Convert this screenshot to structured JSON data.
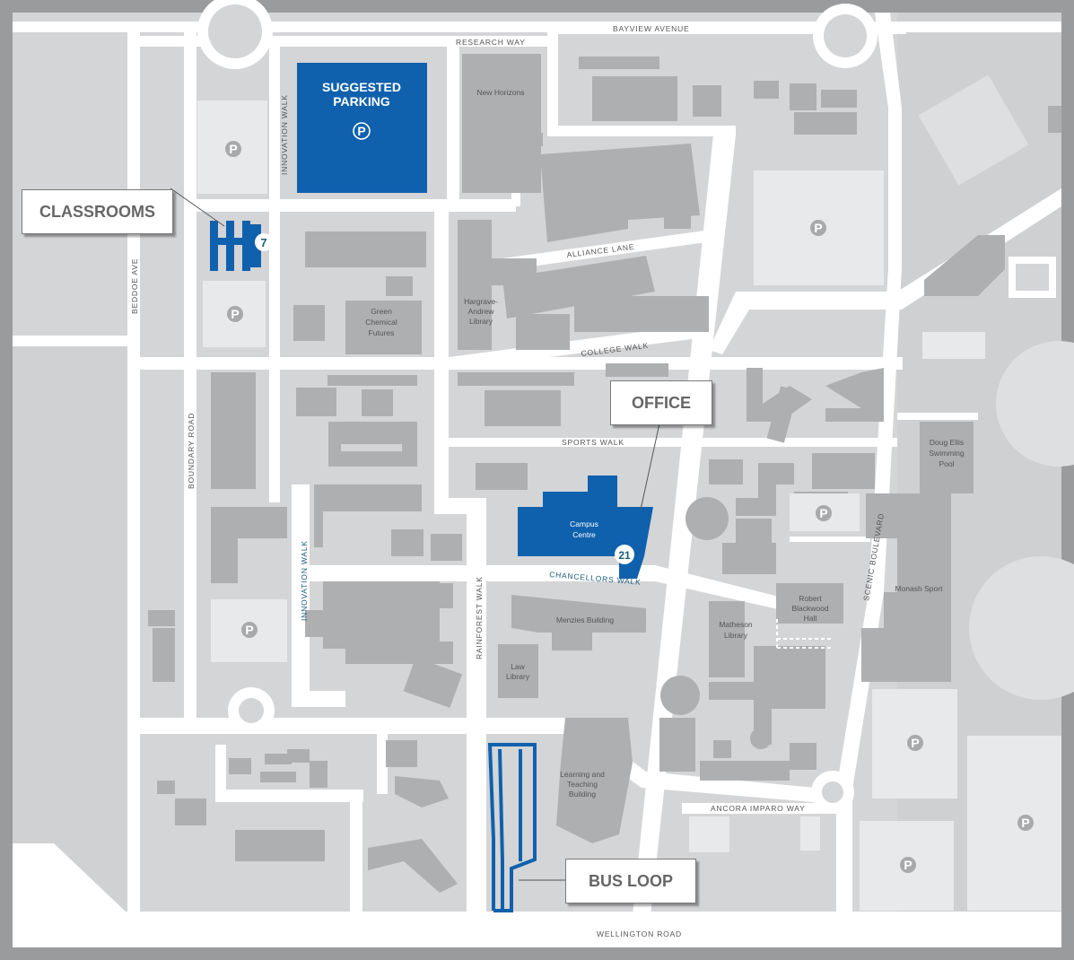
{
  "callouts": {
    "classrooms": "CLASSROOMS",
    "office": "OFFICE",
    "bus_loop": "BUS LOOP"
  },
  "parking": {
    "suggested_line1": "SUGGESTED",
    "suggested_line2": "PARKING",
    "symbol": "P"
  },
  "streets": {
    "research_way": "RESEARCH WAY",
    "bayview_avenue": "BAYVIEW AVENUE",
    "innovation_walk": "INNOVATION WALK",
    "alliance_lane": "ALLIANCE LANE",
    "college_walk": "COLLEGE WALK",
    "sports_walk": "SPORTS WALK",
    "chancellors_walk": "CHANCELLORS WALK",
    "rainforest_walk": "RAINFOREST WALK",
    "beddoe_ave": "BEDDOE AVE",
    "boundary_road": "BOUNDARY ROAD",
    "scenic_boulevard": "SCENIC BOULEVARD",
    "ancora_imparo_way": "ANCORA IMPARO WAY",
    "wellington_road": "WELLINGTON ROAD"
  },
  "buildings": {
    "new_horizons": "New Horizons",
    "green_chemical_1": "Green",
    "green_chemical_2": "Chemical",
    "green_chemical_3": "Futures",
    "hargrave_1": "Hargrave-",
    "hargrave_2": "Andrew",
    "hargrave_3": "Library",
    "campus_centre_1": "Campus",
    "campus_centre_2": "Centre",
    "campus_centre_number": "21",
    "classrooms_number": "7",
    "menzies": "Menzies Building",
    "law_library_1": "Law",
    "law_library_2": "Library",
    "matheson_1": "Matheson",
    "matheson_2": "Library",
    "robert_blackwood_1": "Robert",
    "robert_blackwood_2": "Blackwood",
    "robert_blackwood_3": "Hall",
    "doug_ellis_1": "Doug Ellis",
    "doug_ellis_2": "Swimming",
    "doug_ellis_3": "Pool",
    "monash_sport": "Monash Sport",
    "learning_teaching_1": "Learning and",
    "learning_teaching_2": "Teaching",
    "learning_teaching_3": "Building"
  },
  "colors": {
    "highlight_blue": "#0f61ad",
    "label_teal": "#1a5e7a",
    "building_grey": "#aeafb1",
    "ground_grey": "#d4d5d7",
    "road_white": "#ffffff",
    "frame_grey": "#9a9b9d"
  }
}
